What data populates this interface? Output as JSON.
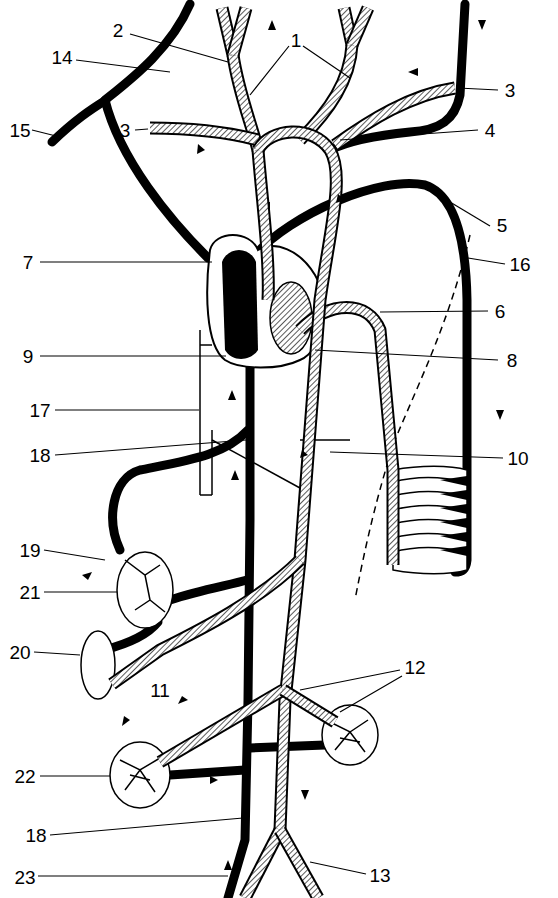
{
  "diagram": {
    "labels": [
      "1",
      "2",
      "14",
      "15",
      "3",
      "3",
      "4",
      "7",
      "5",
      "16",
      "6",
      "9",
      "8",
      "17",
      "18",
      "10",
      "19",
      "21",
      "20",
      "11",
      "12",
      "22",
      "18",
      "23",
      "13"
    ]
  }
}
